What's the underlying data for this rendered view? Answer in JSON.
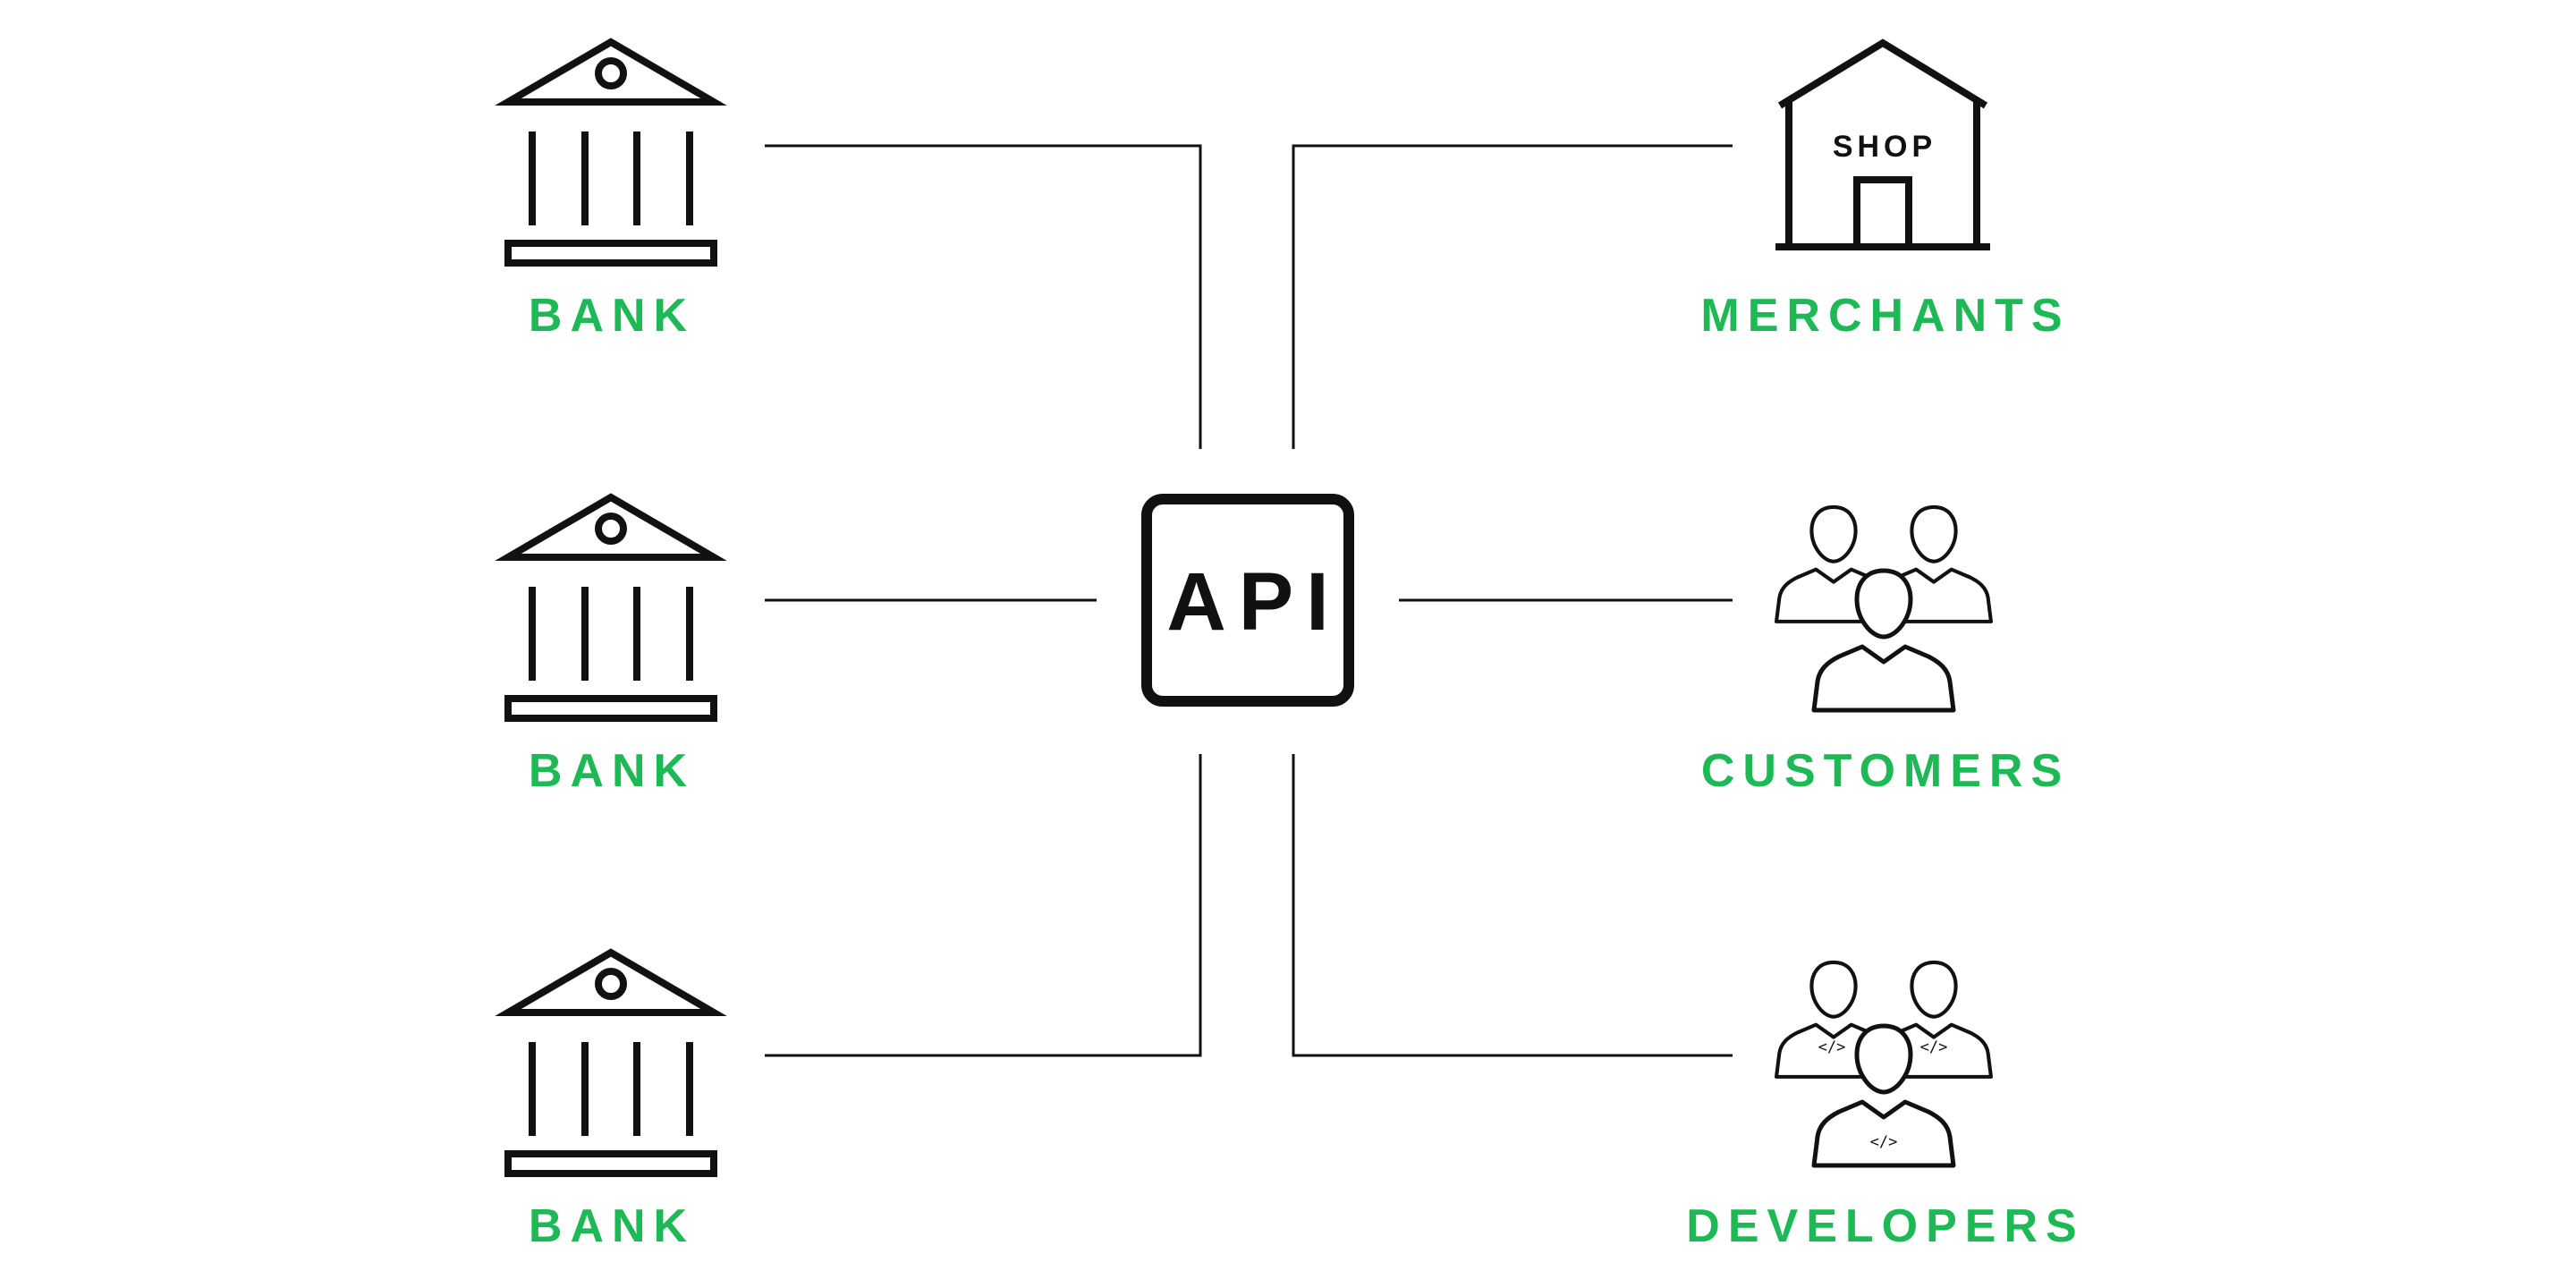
{
  "center": {
    "label": "API"
  },
  "left_nodes": [
    {
      "label": "BANK",
      "icon": "bank-icon"
    },
    {
      "label": "BANK",
      "icon": "bank-icon"
    },
    {
      "label": "BANK",
      "icon": "bank-icon"
    }
  ],
  "right_nodes": [
    {
      "label": "MERCHANTS",
      "icon": "shop-icon",
      "icon_text": "SHOP"
    },
    {
      "label": "CUSTOMERS",
      "icon": "people-icon"
    },
    {
      "label": "DEVELOPERS",
      "icon": "developers-icon",
      "code_tag": "</>"
    }
  ],
  "colors": {
    "label": "#1db954",
    "stroke": "#111111",
    "background": "#ffffff"
  }
}
